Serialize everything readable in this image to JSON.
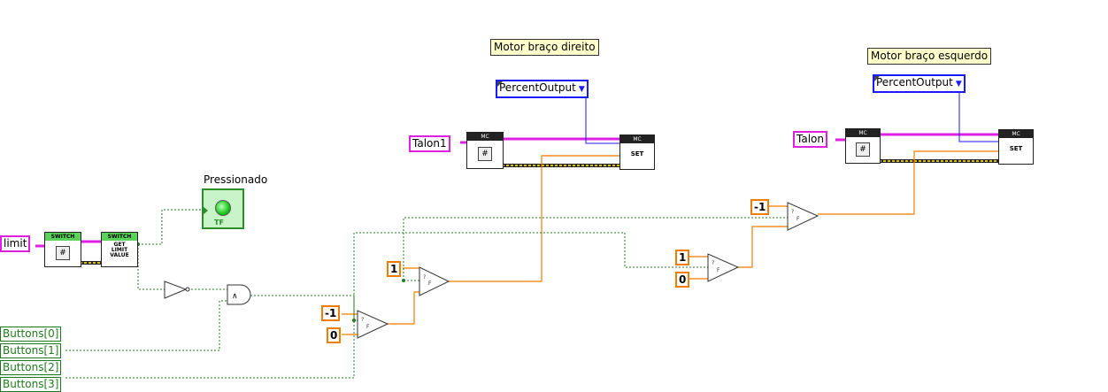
{
  "notes": {
    "motor_right": "Motor braço direito",
    "motor_left": "Motor braço esquerdo"
  },
  "enums": {
    "right": "PercentOutput",
    "left": "PercentOutput",
    "arrow_glyph": "▼"
  },
  "refs": {
    "talon1": "Talon1",
    "talon": "Talon",
    "limit": "limit"
  },
  "mc_nodes": {
    "header": "MC",
    "set_label": "SET"
  },
  "switch_nodes": {
    "header": "SWITCH",
    "get_line1": "GET",
    "get_line2": "LIMIT",
    "get_line3": "VALUE"
  },
  "indicator": {
    "label": "Pressionado",
    "tf": "TF"
  },
  "constants": {
    "c_one_a": "1",
    "c_neg1_a": "-1",
    "c_zero_a": "0",
    "c_neg1_b": "-1",
    "c_one_b": "1",
    "c_zero_b": "0"
  },
  "buttons": [
    "Buttons[0]",
    "Buttons[1]",
    "Buttons[2]",
    "Buttons[3]"
  ],
  "colors": {
    "wire_numeric": "#f07c00",
    "wire_boolean": "#1d7b1d",
    "wire_refnum": "#e020e0",
    "wire_enum": "#1a1aff",
    "wire_error": "#6a6a00"
  }
}
